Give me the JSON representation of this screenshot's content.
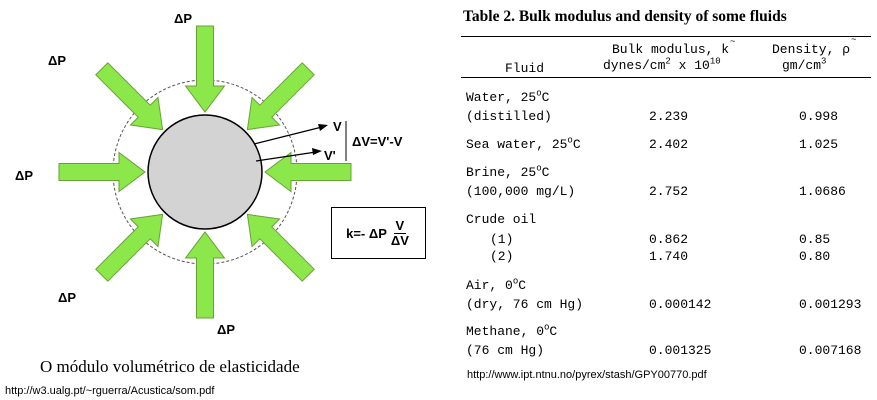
{
  "diagram": {
    "pressure_label": "ΔP",
    "v_label": "V",
    "v_prime_label": "V'",
    "delta_v_label": "ΔV=V'-V",
    "formula": {
      "prefix": "k=- ΔP",
      "numerator": "V",
      "denominator": "ΔV"
    },
    "caption": "O módulo volumétrico de elasticidade",
    "source_url": "http://w3.ualg.pt/~rguerra/Acustica/som.pdf",
    "colors": {
      "arrow": "#8ce84a",
      "arrow_stroke": "#6aa038",
      "sphere": "#d3d3d3"
    }
  },
  "table": {
    "title": "Table 2. Bulk modulus and density of some fluids",
    "headers": {
      "fluid": "Fluid",
      "bulk_line1": "Bulk modulus, k",
      "bulk_tilde": "~",
      "bulk_line2": "dynes/cm",
      "bulk_line2_sup": "2",
      "bulk_line2_b": " x 10",
      "bulk_line2_exp": "10",
      "density_line1": "Density, ρ",
      "density_tilde": "~",
      "density_line2": "gm/cm",
      "density_line2_sup": "3"
    },
    "rows": [
      {
        "l1": "Water, 25",
        "l1_sup": "o",
        "l1_suffix": "C",
        "l2": "(distilled)",
        "bulk": "2.239",
        "density": "0.998"
      },
      {
        "l1": "Sea water, 25",
        "l1_sup": "o",
        "l1_suffix": "C",
        "bulk": "2.402",
        "density": "1.025"
      },
      {
        "l1": "Brine, 25",
        "l1_sup": "o",
        "l1_suffix": "C",
        "l2": "(100,000 mg/L)",
        "bulk": "2.752",
        "density": "1.0686"
      },
      {
        "l1": "Crude oil",
        "subs": [
          {
            "label": "(1)",
            "bulk": "0.862",
            "density": "0.85"
          },
          {
            "label": "(2)",
            "bulk": "1.740",
            "density": "0.80"
          }
        ]
      },
      {
        "l1": "Air, 0",
        "l1_sup": "o",
        "l1_suffix": "C",
        "l2": "(dry, 76 cm Hg)",
        "bulk": "0.000142",
        "density": "0.001293"
      },
      {
        "l1": "Methane, 0",
        "l1_sup": "o",
        "l1_suffix": "C",
        "l2": "(76 cm Hg)",
        "bulk": "0.001325",
        "density": "0.007168"
      }
    ],
    "source_url": "http://www.ipt.ntnu.no/pyrex/stash/GPY00770.pdf"
  }
}
